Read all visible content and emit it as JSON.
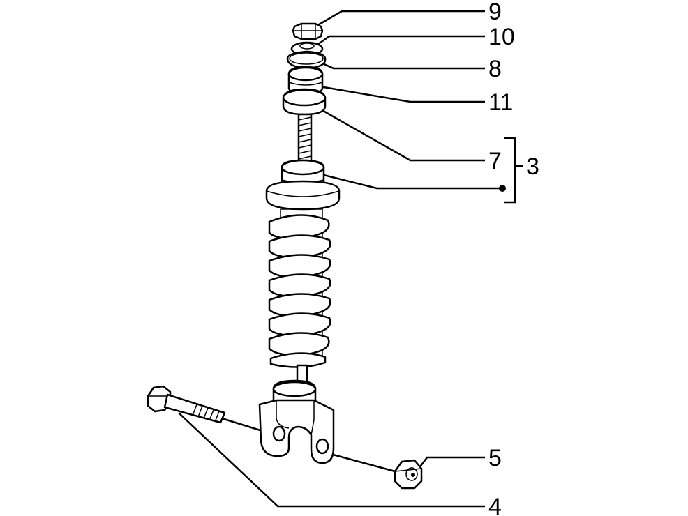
{
  "diagram": {
    "callouts": [
      {
        "id": "c9",
        "label": "9"
      },
      {
        "id": "c10",
        "label": "10"
      },
      {
        "id": "c8",
        "label": "8"
      },
      {
        "id": "c11",
        "label": "11"
      },
      {
        "id": "c7",
        "label": "7"
      },
      {
        "id": "c3",
        "label": "3"
      },
      {
        "id": "c5",
        "label": "5"
      },
      {
        "id": "c4",
        "label": "4"
      }
    ]
  }
}
